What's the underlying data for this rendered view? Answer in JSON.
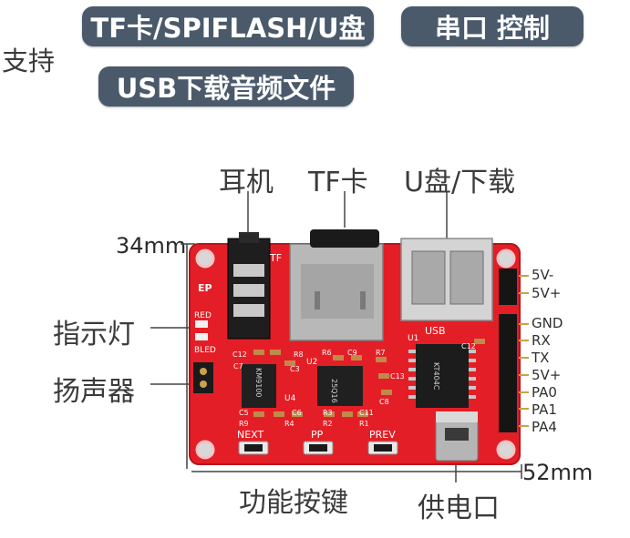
{
  "support_label": "支持",
  "features": {
    "tf_spiflash_udisk": "TF卡/SPIFLASH/U盘",
    "serial_control": "串口 控制",
    "usb_download": "USB下载音频文件"
  },
  "top_labels": {
    "earphone": "耳机",
    "tf_card": "TF卡",
    "udisk_download": "U盘/下载"
  },
  "left_labels": {
    "indicator": "指示灯",
    "speaker": "扬声器"
  },
  "bottom_labels": {
    "function_keys": "功能按键",
    "power_port": "供电口"
  },
  "dimensions": {
    "height": "34mm",
    "width": "52mm"
  },
  "pins": [
    "5V-",
    "5V+",
    "GND",
    "RX",
    "TX",
    "5V+",
    "PA0",
    "PA1",
    "PA4"
  ],
  "silkscreen": {
    "ep": "EP",
    "tf": "TF",
    "usb": "USB",
    "red": "RED",
    "bled": "BLED",
    "next": "NEXT",
    "pp": "PP",
    "prev": "PREV",
    "u1": "U1",
    "u2": "U2",
    "u4": "U4",
    "chip_u1": "KT404C",
    "chip_u2": "25Q16",
    "chip_u4": "KM9100",
    "c12a": "C12",
    "c7": "C7",
    "r8": "R8",
    "c3": "C3",
    "r6": "R6",
    "c9": "C9",
    "r7": "R7",
    "c12b": "C12",
    "c13": "C13",
    "c8": "C8",
    "c5": "C5",
    "r9": "R9",
    "c6": "C6",
    "r4": "R4",
    "r3": "R3",
    "r2": "R2",
    "c11": "C11",
    "r1": "R1"
  },
  "colors": {
    "pcb_red": "#e41e26",
    "pill_bg": "#4a5a6b",
    "label_text": "#3b3b3b"
  }
}
